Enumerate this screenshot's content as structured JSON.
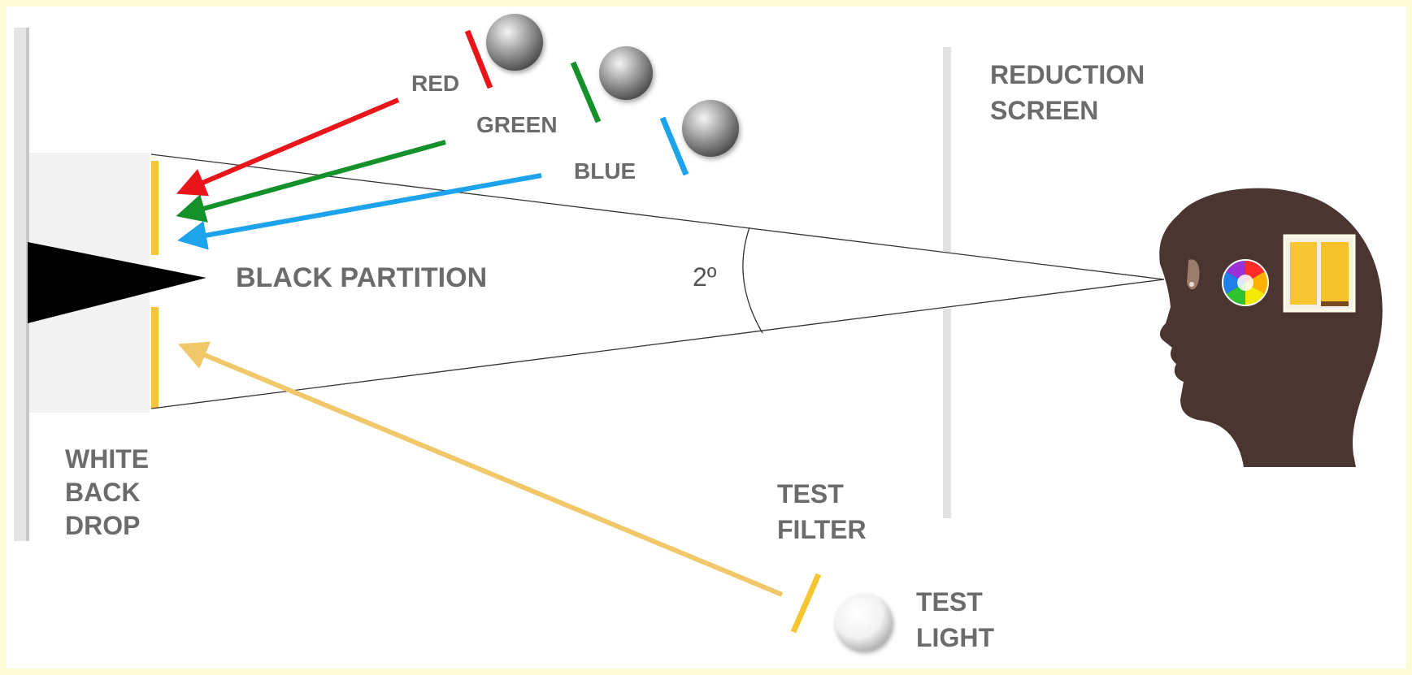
{
  "labels": {
    "red": "RED",
    "green": "GREEN",
    "blue": "BLUE",
    "reduction_screen_line1": "REDUCTION",
    "reduction_screen_line2": "SCREEN",
    "black_partition": "BLACK PARTITION",
    "angle": "2º",
    "white_back_drop_line1": "WHITE",
    "white_back_drop_line2": "BACK",
    "white_back_drop_line3": "DROP",
    "test_filter_line1": "TEST",
    "test_filter_line2": "FILTER",
    "test_light_line1": "TEST",
    "test_light_line2": "LIGHT"
  },
  "colors": {
    "background_border": "#fffbd6",
    "red": "#e8151b",
    "green": "#14912a",
    "blue": "#1ca3ec",
    "yellow": "#f7c531",
    "test_beam": "#f0c86a",
    "head": "#4a3530",
    "label": "#6b6b6b",
    "backdrop": "#f2f2f2",
    "partition": "#000000"
  },
  "icons": {
    "lamp": "gray-sphere",
    "test_lamp": "white-sphere",
    "color_wheel": "hue-wheel",
    "observer": "head-silhouette"
  }
}
